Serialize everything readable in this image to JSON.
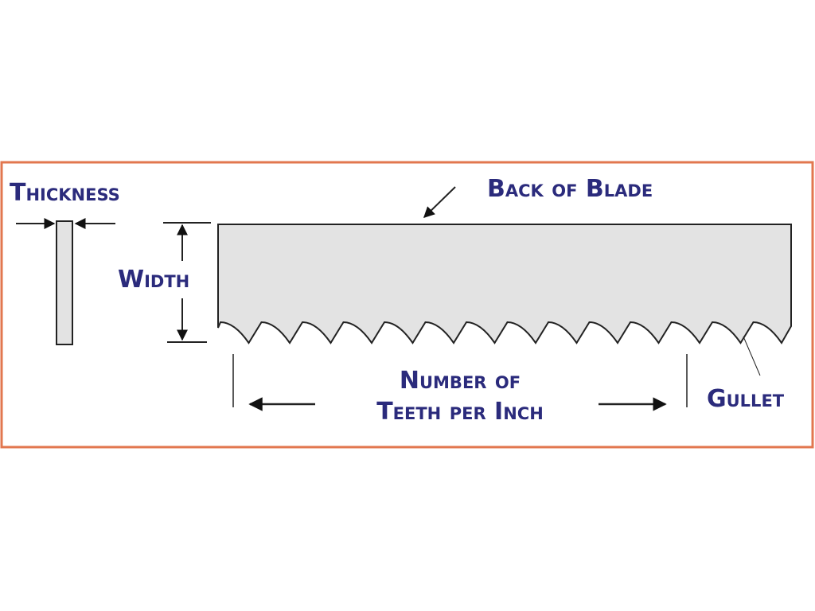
{
  "labels": {
    "thickness": "Thickness",
    "back_of_blade": "Back of Blade",
    "width": "Width",
    "number_of": "Number of",
    "teeth_per_inch": "Teeth per Inch",
    "gullet": "Gullet"
  },
  "colors": {
    "border": "#e2774f",
    "text": "#2b2b7c",
    "blade_fill": "#e3e3e3",
    "line": "#222222"
  }
}
